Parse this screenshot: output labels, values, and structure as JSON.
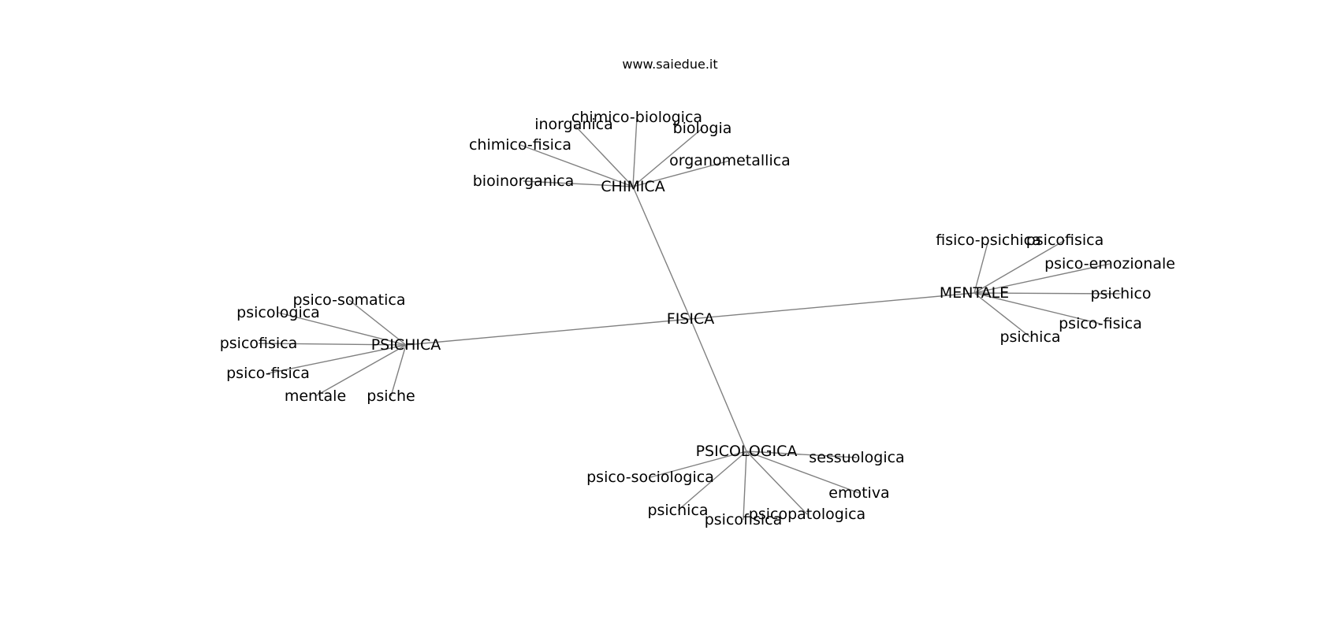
{
  "site": {
    "title": "www.saiedue.it"
  },
  "colors": {
    "edge": "#808080",
    "text": "#000000",
    "background": "#ffffff"
  },
  "graph": {
    "center": "FISICA",
    "hubs": [
      {
        "id": "chimica",
        "label": "CHIMICA",
        "leaves": [
          "chimico-biologica",
          "inorganica",
          "biologia",
          "chimico-fisica",
          "organometallica",
          "bioinorganica"
        ]
      },
      {
        "id": "mentale",
        "label": "MENTALE",
        "leaves": [
          "fisico-psichica",
          "psicofisica",
          "psico-emozionale",
          "psichico",
          "psico-fisica",
          "psichica"
        ]
      },
      {
        "id": "psichica",
        "label": "PSICHICA",
        "leaves": [
          "psico-somatica",
          "psicologica",
          "psicofisica",
          "psico-fisica",
          "mentale",
          "psiche"
        ]
      },
      {
        "id": "psicologica",
        "label": "PSICOLOGICA",
        "leaves": [
          "sessuologica",
          "psico-sociologica",
          "emotiva",
          "psichica",
          "psicopatologica",
          "psicofisica"
        ]
      }
    ]
  }
}
